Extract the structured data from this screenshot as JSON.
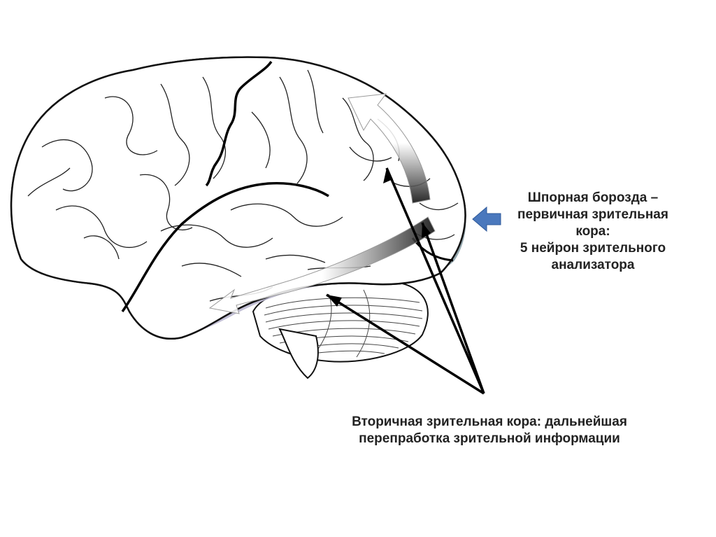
{
  "labels": {
    "primary": {
      "lines": [
        "Шпорная борозда –",
        "первичная зрительная",
        "кора:",
        "5 нейрон зрительного",
        "анализатора"
      ]
    },
    "secondary": {
      "lines": [
        "Вторичная зрительная кора: дальнейшая",
        "перепработка зрительной информации"
      ]
    }
  },
  "colors": {
    "background": "#ffffff",
    "outline": "#111111",
    "secondary_parietal": "#9fc79a",
    "secondary_temporal": "#b8b5cf",
    "primary_occipital": "#8a9fa6",
    "pointer_arrow": "#4a78bd",
    "text": "#222222"
  },
  "icons": [
    "brain-illustration",
    "cerebellum-illustration",
    "pointer-arrow-icon"
  ]
}
